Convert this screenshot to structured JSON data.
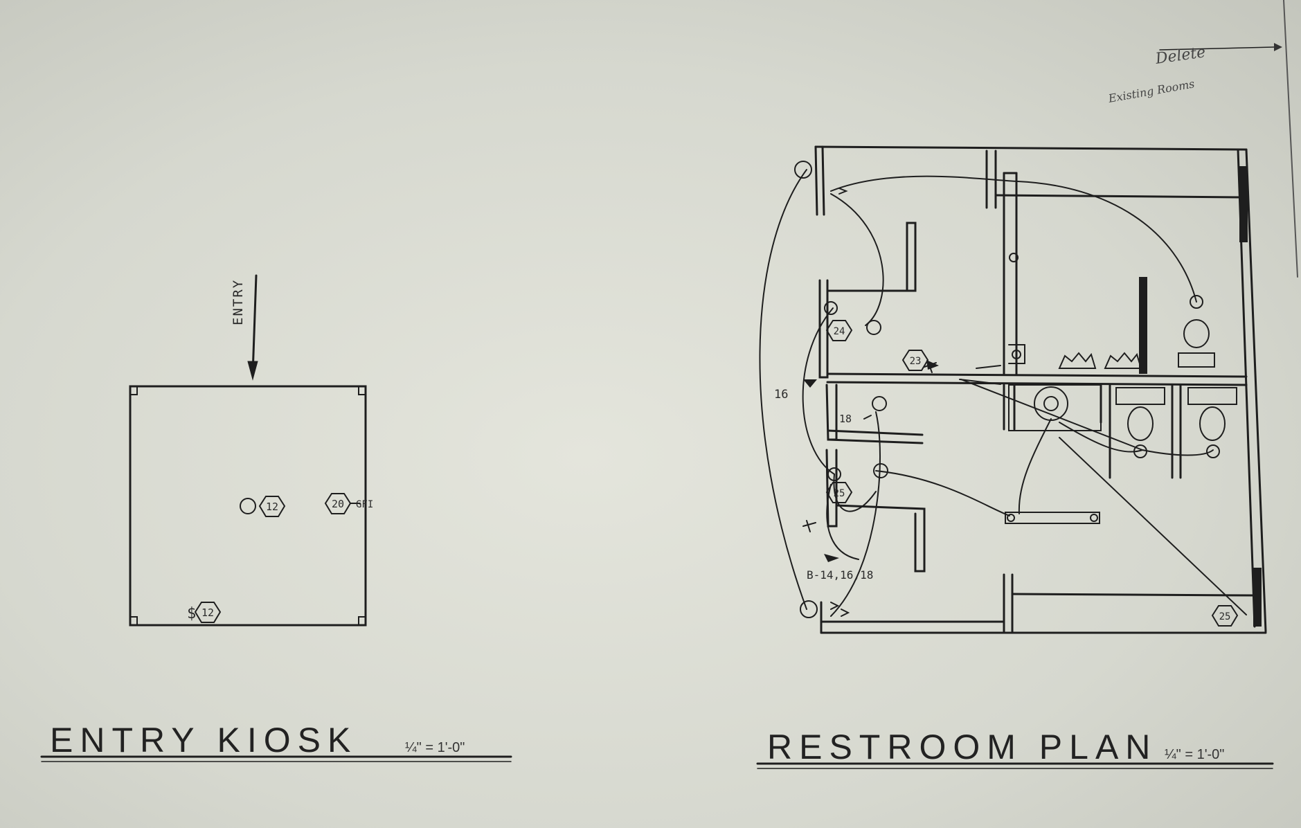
{
  "sheet": {
    "paper_color": "#dcded5",
    "ink_color": "#1e1e1e"
  },
  "kiosk": {
    "title": "ENTRY KIOSK",
    "scale": "¼\" = 1'-0\"",
    "entry_label": "ENTRY",
    "fixture_tag": "12",
    "outlet_tag": "20",
    "outlet_note": "GFI",
    "switch_symbol": "$",
    "switch_tag": "12"
  },
  "restroom": {
    "title": "RESTROOM PLAN",
    "scale": "¼\" = 1'-0\"",
    "tag_24": "24",
    "tag_23": "23",
    "tag_18": "18",
    "tag_25_left": "25",
    "tag_25_corner": "25",
    "wire_label_16": "16",
    "homerun_label": "B-14,16,18"
  },
  "annotation": {
    "delete_text": "Delete",
    "existing_text": "Existing Rooms"
  }
}
